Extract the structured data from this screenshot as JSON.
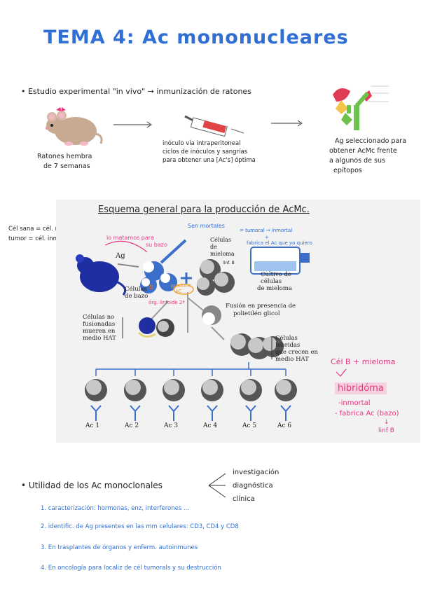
{
  "title": "TEMA 4: Ac mononucleares",
  "estudio": {
    "heading": "• Estudio experimental \"in vivo\" → inmunización de ratones",
    "mouse_caption_1": "Ratones hembra",
    "mouse_caption_2": "de 7 semanas",
    "inoculo_1": "inóculo vía intraperitoneal",
    "inoculo_2": "ciclos de inóculos y sangrías",
    "inoculo_3": "para obtener una [Ac's] óptima",
    "ag_1": "Ag seleccionado para",
    "ag_2": "obtener AcMc frente",
    "ag_3": "a algunos de sus",
    "ag_4": "epítopos"
  },
  "side_notes": {
    "sana": "Cél sana = cél. mortal",
    "tumor": "tumor = cél. inmortal"
  },
  "diagram": {
    "title": "Esquema general para la producción de AcMc.",
    "note_matamos": "lo matamos para",
    "note_bazo": "su bazo",
    "ag_label": "Ag",
    "sen_mortales": "Sen mortales",
    "celulas_de_mieloma_1": "Células",
    "celulas_de_mieloma_2": "de",
    "celulas_de_mieloma_3": "mieloma",
    "tumoral": "= tumoral → inmortal",
    "fabrica_plus": "+",
    "fabrica": "fabrica el Ac que yo quiero",
    "linf_b": "linf. B",
    "cultivo_1": "Cultivo de",
    "cultivo_2": "células",
    "cultivo_3": "de mieloma",
    "celulas_bazo_1": "Células",
    "celulas_bazo_2": "de bazo",
    "b_label": "B",
    "produce_ac_1": "produce",
    "produce_ac_2": "AC",
    "org_linfoide": "órg. linfoide 2ª",
    "no_fusionadas": [
      "Células no",
      "fusionadas",
      "mueren en",
      "medio HAT"
    ],
    "fusion_1": "Fusión en presencia de",
    "fusion_2": "polietilén glicol",
    "hibridas": [
      "Células",
      "híbridas",
      "que crecen en",
      "medio HAT"
    ],
    "ac_labels": [
      "Ac 1",
      "Ac 2",
      "Ac 3",
      "Ac 4",
      "Ac 5",
      "Ac 6"
    ]
  },
  "right_notes": {
    "cel_b_mieloma": "Cél B + mieloma",
    "hibridoma": "hibridóma",
    "inmortal": "-inmortal",
    "fabrica": "- fabrica Ac (bazo)",
    "linf_b": "linf B"
  },
  "utilidad": {
    "heading": "• Utilidad de los Ac monoclonales",
    "uses": [
      "investigación",
      "diagnóstica",
      "clínica"
    ],
    "items": [
      "1. caracterización: hormonas, enz, interferones ...",
      "2. identific. de Ag presentes en las mm celulares: CD3, CD4 y CD8",
      "3. En trasplantes de órganos y enferm. autoinmunes",
      "4. En oncología para localiz de cél tumorals y su destrucción"
    ]
  },
  "colors": {
    "blue_ink": "#2f6fd6",
    "pink_ink": "#e8357f",
    "panel_bg": "#f2f2f2",
    "diagram_blue": "#3b6fc9"
  }
}
